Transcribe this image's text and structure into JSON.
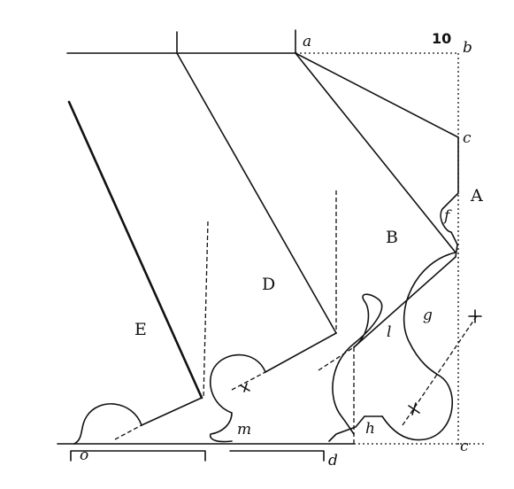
{
  "labels": {
    "a": "a",
    "b": "b",
    "c_top": "c",
    "c_bottom": "c",
    "d": "d",
    "f": "f",
    "g": "g",
    "h": "h",
    "l": "l",
    "m": "m",
    "o": "o",
    "num": "10",
    "A": "A",
    "B": "B",
    "D": "D",
    "E": "E"
  }
}
